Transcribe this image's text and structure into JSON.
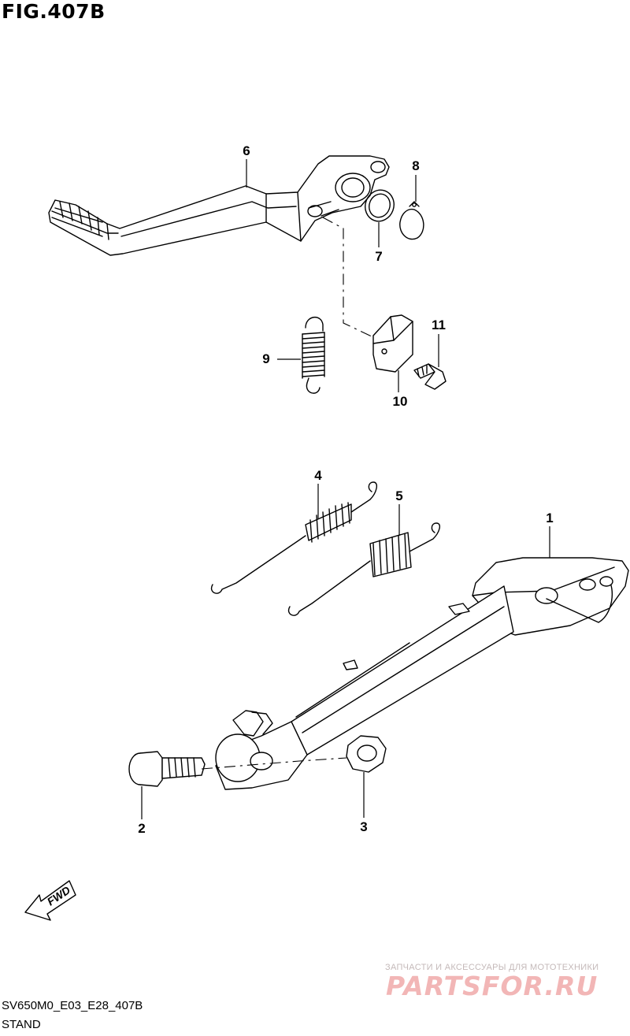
{
  "figure": {
    "title": "FIG.407B"
  },
  "callouts": [
    {
      "id": "1",
      "label": "1"
    },
    {
      "id": "2",
      "label": "2"
    },
    {
      "id": "3",
      "label": "3"
    },
    {
      "id": "4",
      "label": "4"
    },
    {
      "id": "5",
      "label": "5"
    },
    {
      "id": "6",
      "label": "6"
    },
    {
      "id": "7",
      "label": "7"
    },
    {
      "id": "8",
      "label": "8"
    },
    {
      "id": "9",
      "label": "9"
    },
    {
      "id": "10",
      "label": "10"
    },
    {
      "id": "11",
      "label": "11"
    }
  ],
  "direction_arrow": {
    "label": "FWD",
    "icon": "forward-arrow-icon"
  },
  "footer": {
    "code": "SV650M0_E03_E28_407B",
    "name": "STAND"
  },
  "watermark": {
    "tagline": "ЗАПЧАСТИ И АКСЕССУАРЫ ДЛЯ МОТОТЕХНИКИ",
    "brand": "PARTSFOR.RU",
    "color": "#f0aaaa"
  }
}
